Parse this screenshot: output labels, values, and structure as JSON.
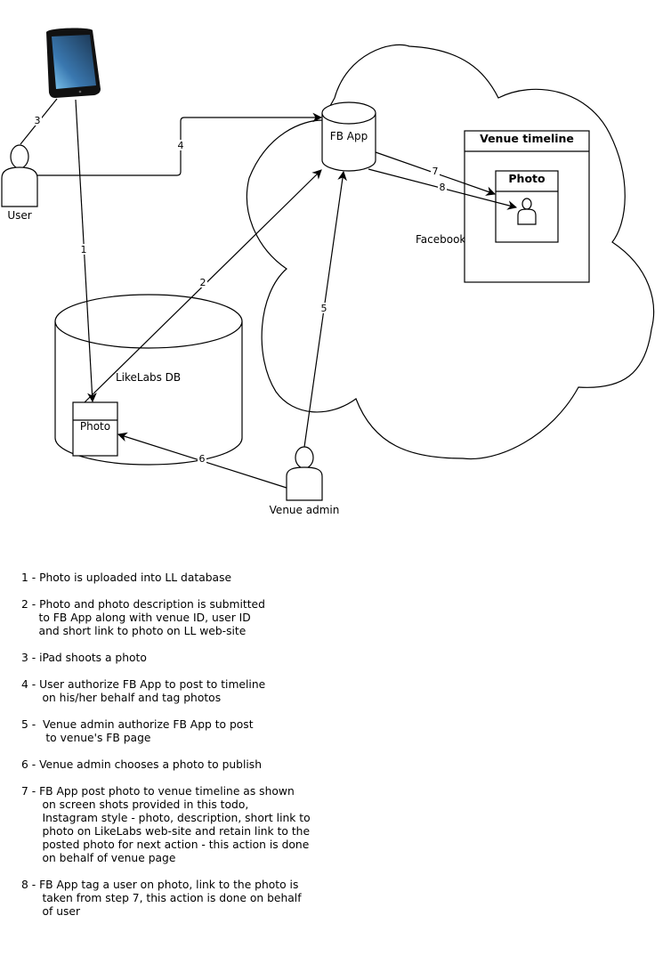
{
  "nodes": {
    "user": {
      "label": "User"
    },
    "ipad": {
      "label": ""
    },
    "fb_app": {
      "label": "FB App"
    },
    "likelabs_db": {
      "label": "LikeLabs DB"
    },
    "db_photo": {
      "label": "Photo"
    },
    "venue_admin": {
      "label": "Venue admin"
    },
    "facebook_cloud": {
      "label": "Facebook"
    },
    "venue_timeline": {
      "label": "Venue timeline"
    },
    "timeline_photo": {
      "label": "Photo"
    }
  },
  "edges": [
    {
      "id": "1",
      "label": "1",
      "from": "ipad",
      "to": "db_photo"
    },
    {
      "id": "2",
      "label": "2",
      "from": "db_photo",
      "to": "fb_app"
    },
    {
      "id": "3",
      "label": "3",
      "from": "user",
      "to": "ipad"
    },
    {
      "id": "4",
      "label": "4",
      "from": "user",
      "to": "fb_app"
    },
    {
      "id": "5",
      "label": "5",
      "from": "venue_admin",
      "to": "fb_app"
    },
    {
      "id": "6",
      "label": "6",
      "from": "venue_admin",
      "to": "db_photo"
    },
    {
      "id": "7",
      "label": "7",
      "from": "fb_app",
      "to": "timeline_photo"
    },
    {
      "id": "8",
      "label": "8",
      "from": "fb_app",
      "to": "timeline_photo_user"
    }
  ],
  "notes": [
    {
      "text": "1 - Photo is uploaded into LL database"
    },
    {
      "text": "2 - Photo and photo description is submitted\n     to FB App along with venue ID, user ID\n     and short link to photo on LL web-site"
    },
    {
      "text": "3 - iPad shoots a photo"
    },
    {
      "text": "4 - User authorize FB App to post to timeline\n      on his/her behalf and tag photos"
    },
    {
      "text": "5 -  Venue admin authorize FB App to post\n       to venue's FB page"
    },
    {
      "text": "6 - Venue admin chooses a photo to publish"
    },
    {
      "text": "7 - FB App post photo to venue timeline as shown\n      on screen shots provided in this todo,\n      Instagram style - photo, description, short link to\n      photo on LikeLabs web-site and retain link to the\n      posted photo for next action - this action is done\n      on behalf of venue page"
    },
    {
      "text": "8 - FB App tag a user on photo, link to the photo is\n      taken from step 7, this action is done on behalf\n      of user"
    }
  ]
}
